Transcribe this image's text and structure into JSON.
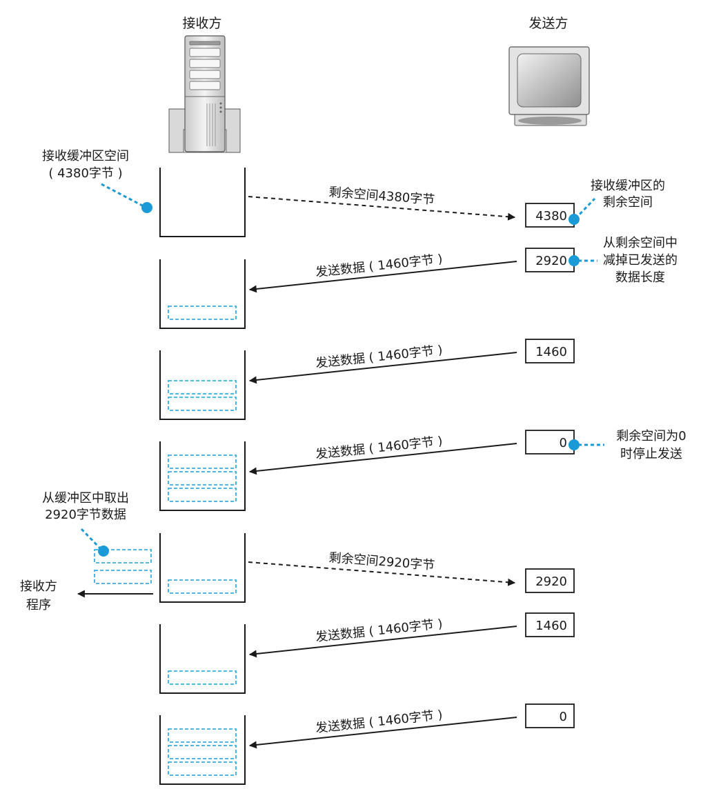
{
  "headers": {
    "receiver": "接收方",
    "sender": "发送方"
  },
  "labels": {
    "buffer_space_line1": "接收缓冲区空间",
    "buffer_space_line2": "( 4380字节 )",
    "remaining_line1": "接收缓冲区的",
    "remaining_line2": "剩余空间",
    "subtract_line1": "从剩余空间中",
    "subtract_line2": "减掉已发送的",
    "subtract_line3": "数据长度",
    "stop_line1": "剩余空间为0",
    "stop_line2": "时停止发送",
    "take_out_line1": "从缓冲区中取出",
    "take_out_line2": "2920字节数据",
    "receiver_app_line1": "接收方",
    "receiver_app_line2": "程序"
  },
  "steps": [
    {
      "kind": "window",
      "arrow_label": "剩余空间4380字节",
      "counter": "4380",
      "segments": 0
    },
    {
      "kind": "data",
      "arrow_label": "发送数据 ( 1460字节 )",
      "counter": "2920",
      "segments": 1
    },
    {
      "kind": "data",
      "arrow_label": "发送数据 ( 1460字节 )",
      "counter": "1460",
      "segments": 2
    },
    {
      "kind": "data",
      "arrow_label": "发送数据 ( 1460字节 )",
      "counter": "0",
      "segments": 3
    },
    {
      "kind": "window",
      "arrow_label": "剩余空间2920字节",
      "counter": "2920",
      "segments": 1
    },
    {
      "kind": "data",
      "arrow_label": "发送数据 ( 1460字节 )",
      "counter": "1460",
      "segments": 1
    },
    {
      "kind": "data",
      "arrow_label": "发送数据 ( 1460字节 )",
      "counter": "0",
      "segments": 3
    }
  ],
  "colors": {
    "accent": "#1a9ad6",
    "segment": "#35aee0",
    "line": "#1a1a1a"
  },
  "icons": {
    "receiver": "server-tower-icon",
    "sender": "crt-monitor-icon"
  }
}
